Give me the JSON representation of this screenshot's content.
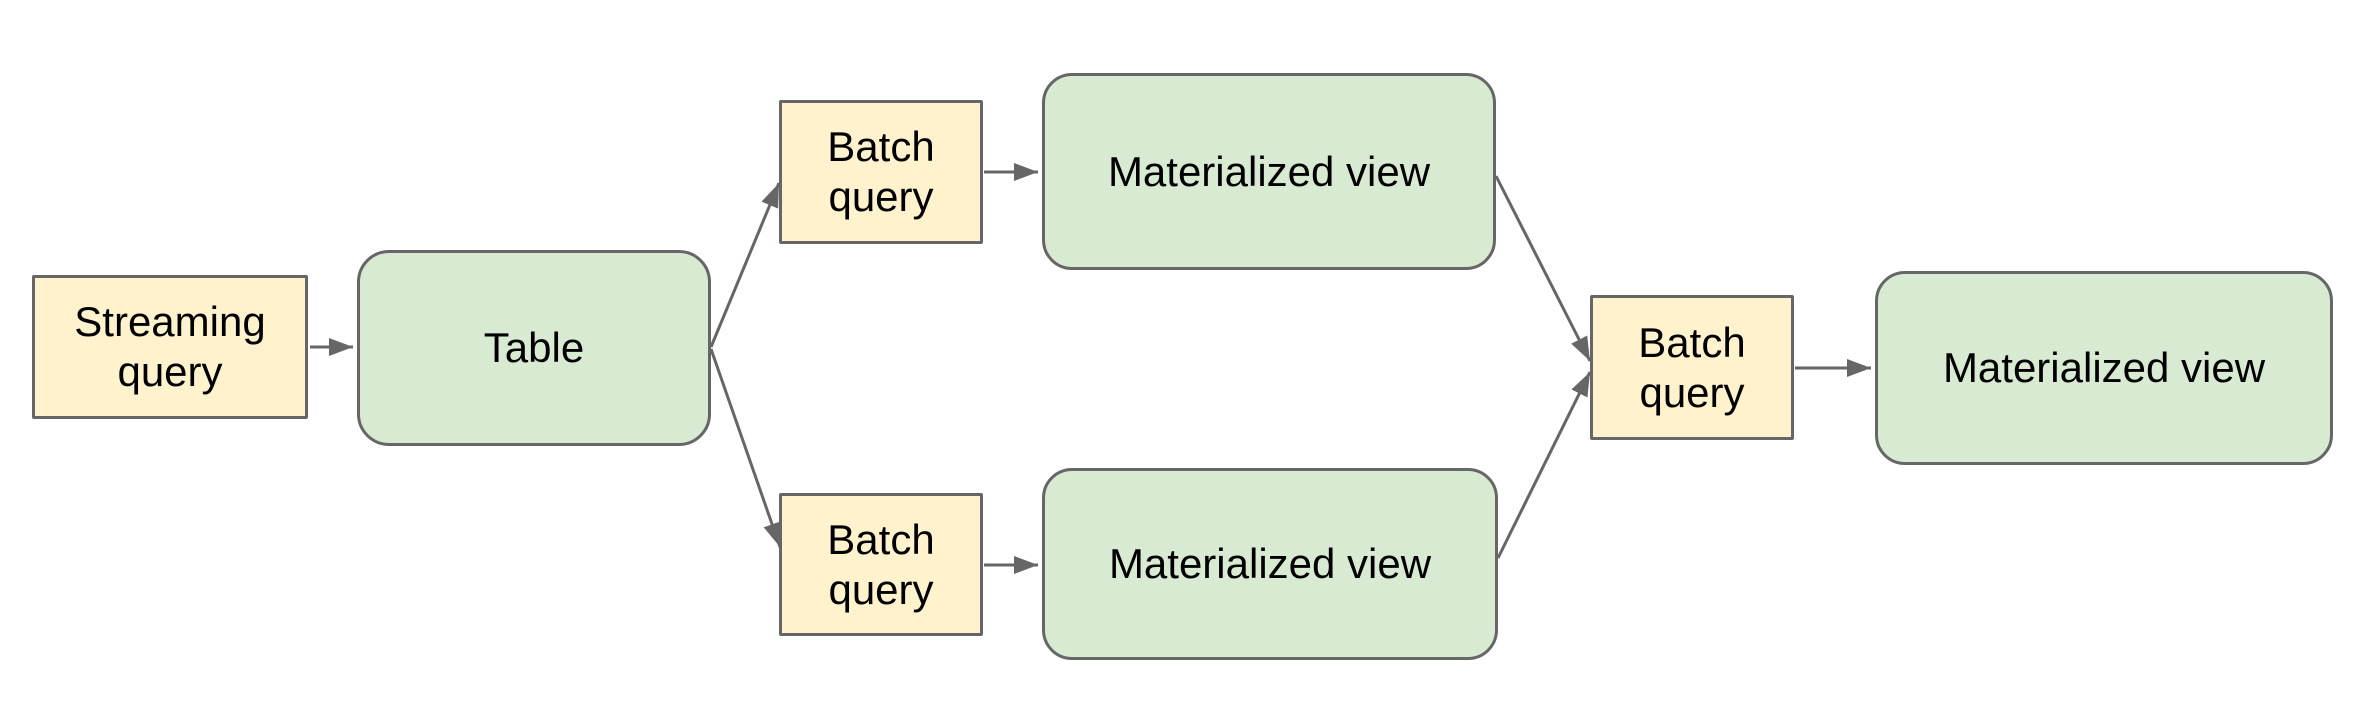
{
  "diagram": {
    "type": "flowchart",
    "background": "#ffffff",
    "colors": {
      "query_fill": "#fff2cc",
      "table_fill": "#d9ead3",
      "stroke": "#666666",
      "text": "#000000"
    },
    "nodes": {
      "streaming_query": {
        "label": "Streaming query",
        "line1": "Streaming",
        "line2": "query",
        "kind": "query",
        "shape": "rectangle"
      },
      "table": {
        "label": "Table",
        "kind": "table",
        "shape": "rounded-rectangle"
      },
      "batch_query_top": {
        "label": "Batch query",
        "line1": "Batch",
        "line2": "query",
        "kind": "query",
        "shape": "rectangle"
      },
      "materialized_view_top": {
        "label": "Materialized view",
        "kind": "materialized-view",
        "shape": "rounded-rectangle"
      },
      "batch_query_bottom": {
        "label": "Batch query",
        "line1": "Batch",
        "line2": "query",
        "kind": "query",
        "shape": "rectangle"
      },
      "materialized_view_bottom": {
        "label": "Materialized view",
        "kind": "materialized-view",
        "shape": "rounded-rectangle"
      },
      "batch_query_join": {
        "label": "Batch query",
        "line1": "Batch",
        "line2": "query",
        "kind": "query",
        "shape": "rectangle"
      },
      "materialized_view_final": {
        "label": "Materialized view",
        "kind": "materialized-view",
        "shape": "rounded-rectangle"
      }
    },
    "edges": [
      {
        "from": "streaming_query",
        "to": "table"
      },
      {
        "from": "table",
        "to": "batch_query_top"
      },
      {
        "from": "batch_query_top",
        "to": "materialized_view_top"
      },
      {
        "from": "table",
        "to": "batch_query_bottom"
      },
      {
        "from": "batch_query_bottom",
        "to": "materialized_view_bottom"
      },
      {
        "from": "materialized_view_top",
        "to": "batch_query_join"
      },
      {
        "from": "materialized_view_bottom",
        "to": "batch_query_join"
      },
      {
        "from": "batch_query_join",
        "to": "materialized_view_final"
      }
    ]
  }
}
